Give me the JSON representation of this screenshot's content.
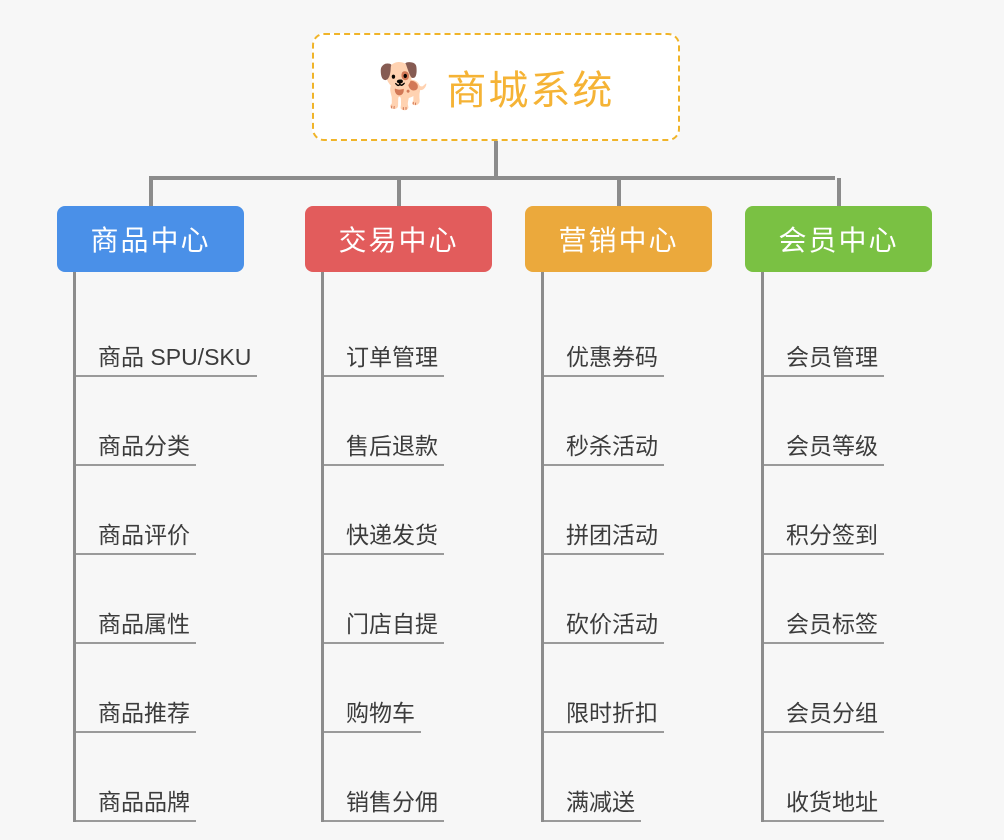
{
  "root": {
    "emoji": "🐕",
    "emoji_name": "shiba-dog-face-icon",
    "title": "商城系统",
    "title_color": "#f5b335",
    "border_color": "#f0b429"
  },
  "branches": [
    {
      "id": "product-center",
      "label": "商品中心",
      "color": "#4a90e8",
      "items": [
        "商品 SPU/SKU",
        "商品分类",
        "商品评价",
        "商品属性",
        "商品推荐",
        "商品品牌"
      ]
    },
    {
      "id": "trade-center",
      "label": "交易中心",
      "color": "#e25c5c",
      "items": [
        "订单管理",
        "售后退款",
        "快递发货",
        "门店自提",
        "购物车",
        "销售分佣"
      ]
    },
    {
      "id": "marketing-center",
      "label": "营销中心",
      "color": "#eba93c",
      "items": [
        "优惠券码",
        "秒杀活动",
        "拼团活动",
        "砍价活动",
        "限时折扣",
        "满减送"
      ]
    },
    {
      "id": "member-center",
      "label": "会员中心",
      "color": "#7ac143",
      "items": [
        "会员管理",
        "会员等级",
        "积分签到",
        "会员标签",
        "会员分组",
        "收货地址"
      ]
    }
  ],
  "layout": {
    "connector_color": "#8c8c8c",
    "rule_color": "#9a9a9a",
    "background": "#f7f7f7"
  }
}
